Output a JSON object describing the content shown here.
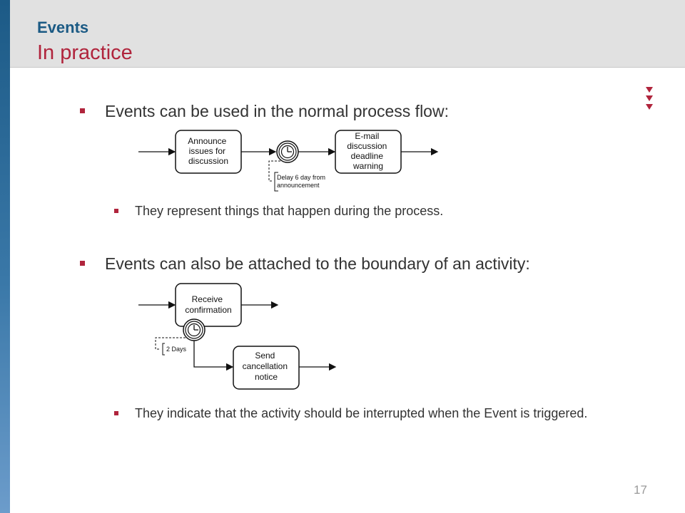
{
  "header": {
    "title": "Events",
    "subtitle": "In practice"
  },
  "bullets": [
    {
      "text": "Events can be used in the normal process flow:",
      "sub": "They represent things that happen during the process."
    },
    {
      "text": "Events can also be attached to the boundary of an activity:",
      "sub": "They indicate that the activity should be interrupted when the Event is triggered."
    }
  ],
  "diagram1": {
    "task1": [
      "Announce",
      "issues for",
      "discussion"
    ],
    "task2": [
      "E-mail",
      "discussion",
      "deadline",
      "warning"
    ],
    "annotation": [
      "Delay 6 day from",
      "announcement"
    ]
  },
  "diagram2": {
    "task1": [
      "Receive",
      "confirmation"
    ],
    "task2": [
      "Send",
      "cancellation",
      "notice"
    ],
    "annotation": [
      "2 Days"
    ]
  },
  "page_number": "17",
  "colors": {
    "accent": "#b0243c",
    "title": "#1b5a84",
    "header_bg": "#e1e1e1"
  }
}
